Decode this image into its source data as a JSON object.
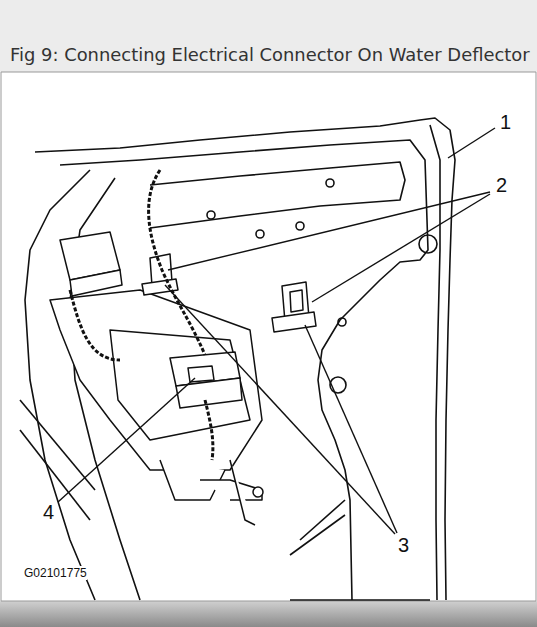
{
  "diagram": {
    "title": "Fig 9: Connecting Electrical Connector On Water Deflector",
    "labels": [
      "1",
      "2",
      "3",
      "4",
      "G02101775"
    ]
  }
}
